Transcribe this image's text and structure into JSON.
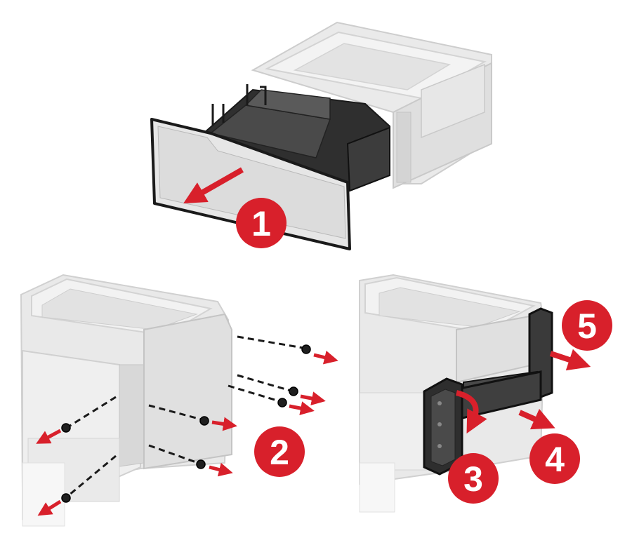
{
  "steps": [
    {
      "number": "1",
      "action": "pull-out-tray"
    },
    {
      "number": "2",
      "action": "remove-screws"
    },
    {
      "number": "3",
      "action": "rotate-bracket"
    },
    {
      "number": "4",
      "action": "remove-side-bracket"
    },
    {
      "number": "5",
      "action": "remove-rear-bracket"
    }
  ],
  "colors": {
    "step_badge": "#d8202b",
    "arrow": "#d8202b",
    "outline": "#1a1a1a",
    "body_light": "#e6e6e6",
    "body_mid": "#d2d2d2",
    "body_dark": "#3a3a3a",
    "background": "#ffffff"
  },
  "icons": [
    "screw-icon",
    "arrow-icon",
    "step-badge-icon"
  ]
}
